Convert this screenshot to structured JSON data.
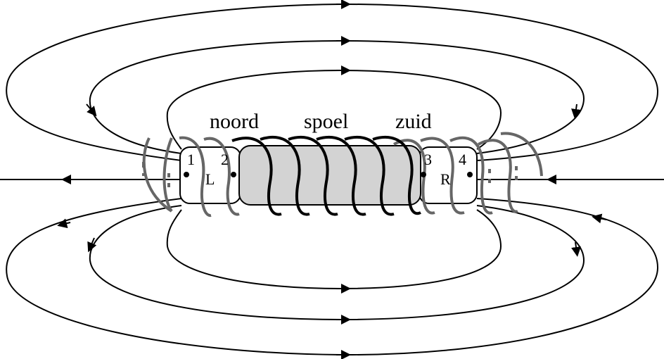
{
  "labels": {
    "noord": "noord",
    "spoel": "spoel",
    "zuid": "zuid",
    "ring_left": "L",
    "ring_right": "R",
    "point_1": "1",
    "point_2": "2",
    "point_3": "3",
    "point_4": "4"
  },
  "colors": {
    "field_lines": "#000000",
    "core_fill": "#d3d3d3",
    "main_coil": "#000000",
    "side_coils": "#666666",
    "ring_fill": "#ffffff"
  }
}
